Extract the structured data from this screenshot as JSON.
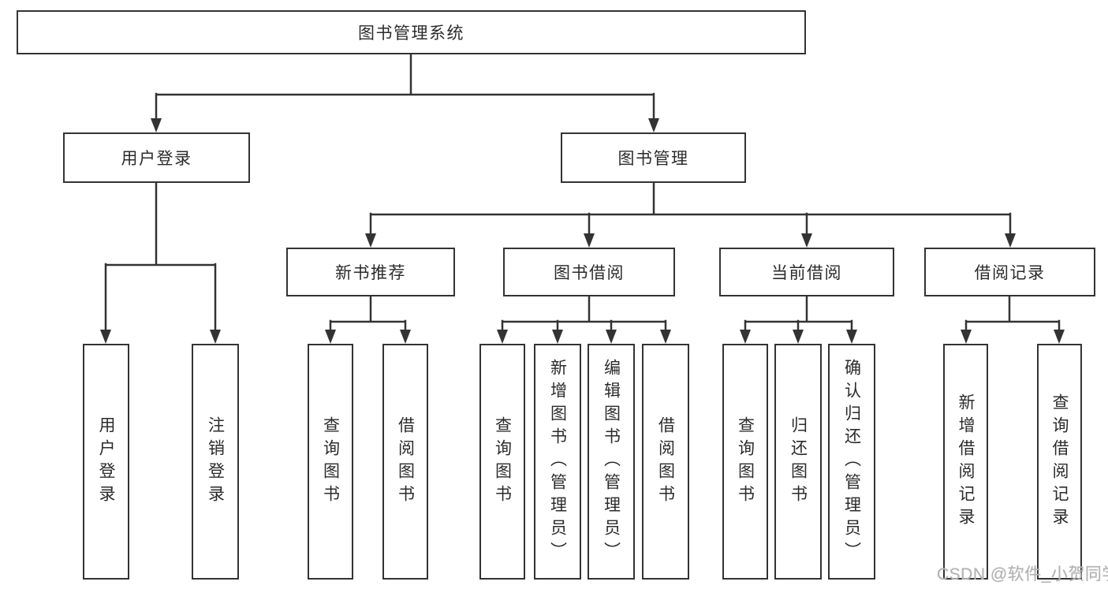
{
  "diagram": {
    "root": {
      "label": "图书管理系统"
    },
    "branches": [
      {
        "label": "用户登录",
        "children": [
          {
            "label": "用户登录"
          },
          {
            "label": "注销登录"
          }
        ]
      },
      {
        "label": "图书管理",
        "children": [
          {
            "label": "新书推荐",
            "children": [
              {
                "label": "查询图书"
              },
              {
                "label": "借阅图书"
              }
            ]
          },
          {
            "label": "图书借阅",
            "children": [
              {
                "label": "查询图书"
              },
              {
                "label": "新增图书（管理员）"
              },
              {
                "label": "编辑图书（管理员）"
              },
              {
                "label": "借阅图书"
              }
            ]
          },
          {
            "label": "当前借阅",
            "children": [
              {
                "label": "查询图书"
              },
              {
                "label": "归还图书"
              },
              {
                "label": "确认归还（管理员）"
              }
            ]
          },
          {
            "label": "借阅记录",
            "children": [
              {
                "label": "新增借阅记录"
              },
              {
                "label": "查询借阅记录"
              }
            ]
          }
        ]
      }
    ]
  },
  "watermark": {
    "text": "CSDN @软件_小贺同学"
  },
  "colors": {
    "line": "#333333",
    "text": "#2b2b2b",
    "box_background": "#ffffff",
    "watermark": "#b3b3b3",
    "background": "#ffffff"
  }
}
